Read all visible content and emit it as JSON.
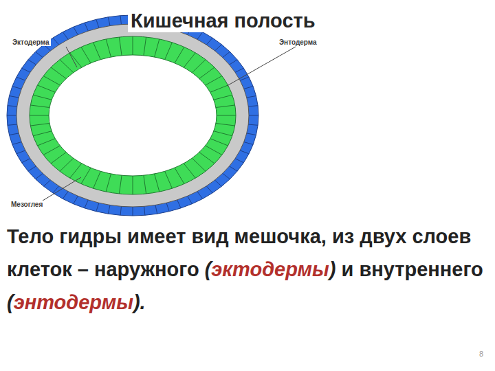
{
  "diagram": {
    "title": "Кишечная полость",
    "labels": [
      "Эктодерма",
      "Энтодерма",
      "Мезоглея",
      "Тело гидры имеет вид мешочка, из двух слоев клеток – наружного ",
      "(",
      "эктодермы",
      ")",
      " и внутреннего ",
      "(",
      "энтодермы",
      ").",
      "8"
    ]
  }
}
